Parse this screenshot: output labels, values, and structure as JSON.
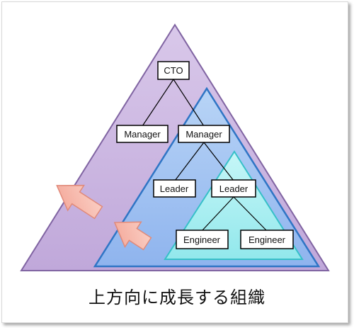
{
  "diagram": {
    "nodes": {
      "cto": "CTO",
      "manager_left": "Manager",
      "manager_right": "Manager",
      "leader_left": "Leader",
      "leader_right": "Leader",
      "engineer_left": "Engineer",
      "engineer_right": "Engineer"
    },
    "caption": "上方向に成長する組織",
    "colors": {
      "outer_triangle": "#cdb8e0",
      "middle_triangle": "#9cc0f0",
      "inner_triangle": "#a6f0f2",
      "arrow": "#f6b5a8"
    }
  }
}
